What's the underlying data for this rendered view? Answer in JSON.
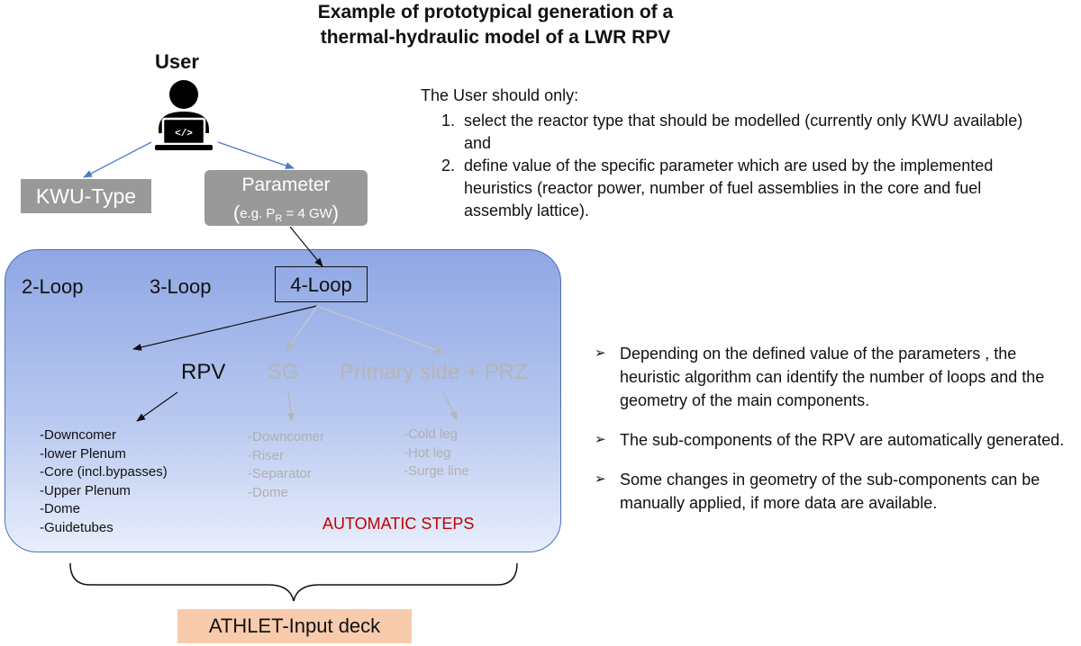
{
  "title": {
    "line1": "Example of prototypical generation of a",
    "line2": "thermal-hydraulic model of a LWR RPV"
  },
  "user": {
    "label": "User",
    "icon": "user-laptop-icon",
    "laptop_glyph": "</>"
  },
  "kwu_type": {
    "label": "KWU-Type"
  },
  "parameter": {
    "label": "Parameter",
    "formula_prefix": "e.g. P",
    "formula_sub": "R",
    "formula_suffix": " = 4 GW"
  },
  "loops": {
    "loop2": "2-Loop",
    "loop3": "3-Loop",
    "loop4": "4-Loop"
  },
  "components": {
    "rpv": {
      "label": "RPV",
      "items": [
        "-Downcomer",
        "-lower Plenum",
        "-Core (incl.bypasses)",
        "-Upper Plenum",
        "-Dome",
        "-Guidetubes"
      ]
    },
    "sg": {
      "label": "SG",
      "items": [
        "-Downcomer",
        "-Riser",
        "-Separator",
        "-Dome"
      ]
    },
    "primary": {
      "label": "Primary side + PRZ",
      "items": [
        "-Cold leg",
        "-Hot leg",
        "-Surge line"
      ]
    }
  },
  "automatic_steps": "AUTOMATIC STEPS",
  "athlet": "ATHLET-Input deck",
  "user_instructions": {
    "intro": "The User should only:",
    "items": [
      {
        "num": "1.",
        "text": "select the reactor type that should be modelled (currently only KWU available) and"
      },
      {
        "num": "2.",
        "text": "define value of the specific parameter which are used by the implemented heuristics (reactor power, number of fuel assemblies in the core and fuel assembly lattice)."
      }
    ]
  },
  "notes": {
    "bullet_glyph": "➢",
    "items": [
      "Depending on the defined value of the parameters , the heuristic algorithm can identify the number of loops and the geometry of the main components.",
      "The sub-components of the RPV are automatically generated.",
      "Some changes in geometry of the sub-components can be manually applied, if more data are available."
    ]
  },
  "colors": {
    "box_gray": "#999999",
    "automatic_gradient_top": "#8fa7e4",
    "automatic_text": "#c00000",
    "athlet_fill": "#f8cbad",
    "arrow_blue": "#4a7cc9"
  }
}
